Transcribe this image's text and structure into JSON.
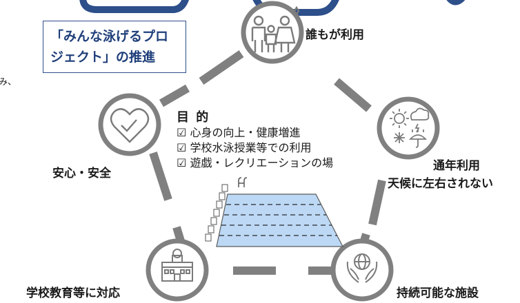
{
  "title_box": {
    "line1": "「みんな泳げるプロ",
    "line2": "ジェクト」の推進"
  },
  "left_fragment": "み、",
  "features": {
    "top": {
      "label": "誰もが利用",
      "icon": "family-icon"
    },
    "right": {
      "label_line1": "通年利用",
      "label_line2": "天候に左右されない",
      "icon": "weather-icon"
    },
    "bottom_right": {
      "label": "持続可能な施設",
      "icon": "globe-hands-icon"
    },
    "bottom_left": {
      "label": "学校教育等に対応",
      "icon": "school-icon"
    },
    "left": {
      "label": "安心・安全",
      "icon": "heart-check-icon"
    }
  },
  "purpose": {
    "heading": "目 的",
    "checkbox_glyph": "☑",
    "items": [
      "心身の向上・健康増進",
      "学校水泳授業等での利用",
      "遊戯・レクリエーションの場"
    ]
  },
  "colors": {
    "ring": "#808080",
    "icon": "#7a7a7a",
    "title_text": "#1f3f7a",
    "title_border": "#2d4f8a",
    "arc": "#2d4f8a",
    "pool_water": "#bcd8f5",
    "pool_line": "#2a2a2a"
  }
}
